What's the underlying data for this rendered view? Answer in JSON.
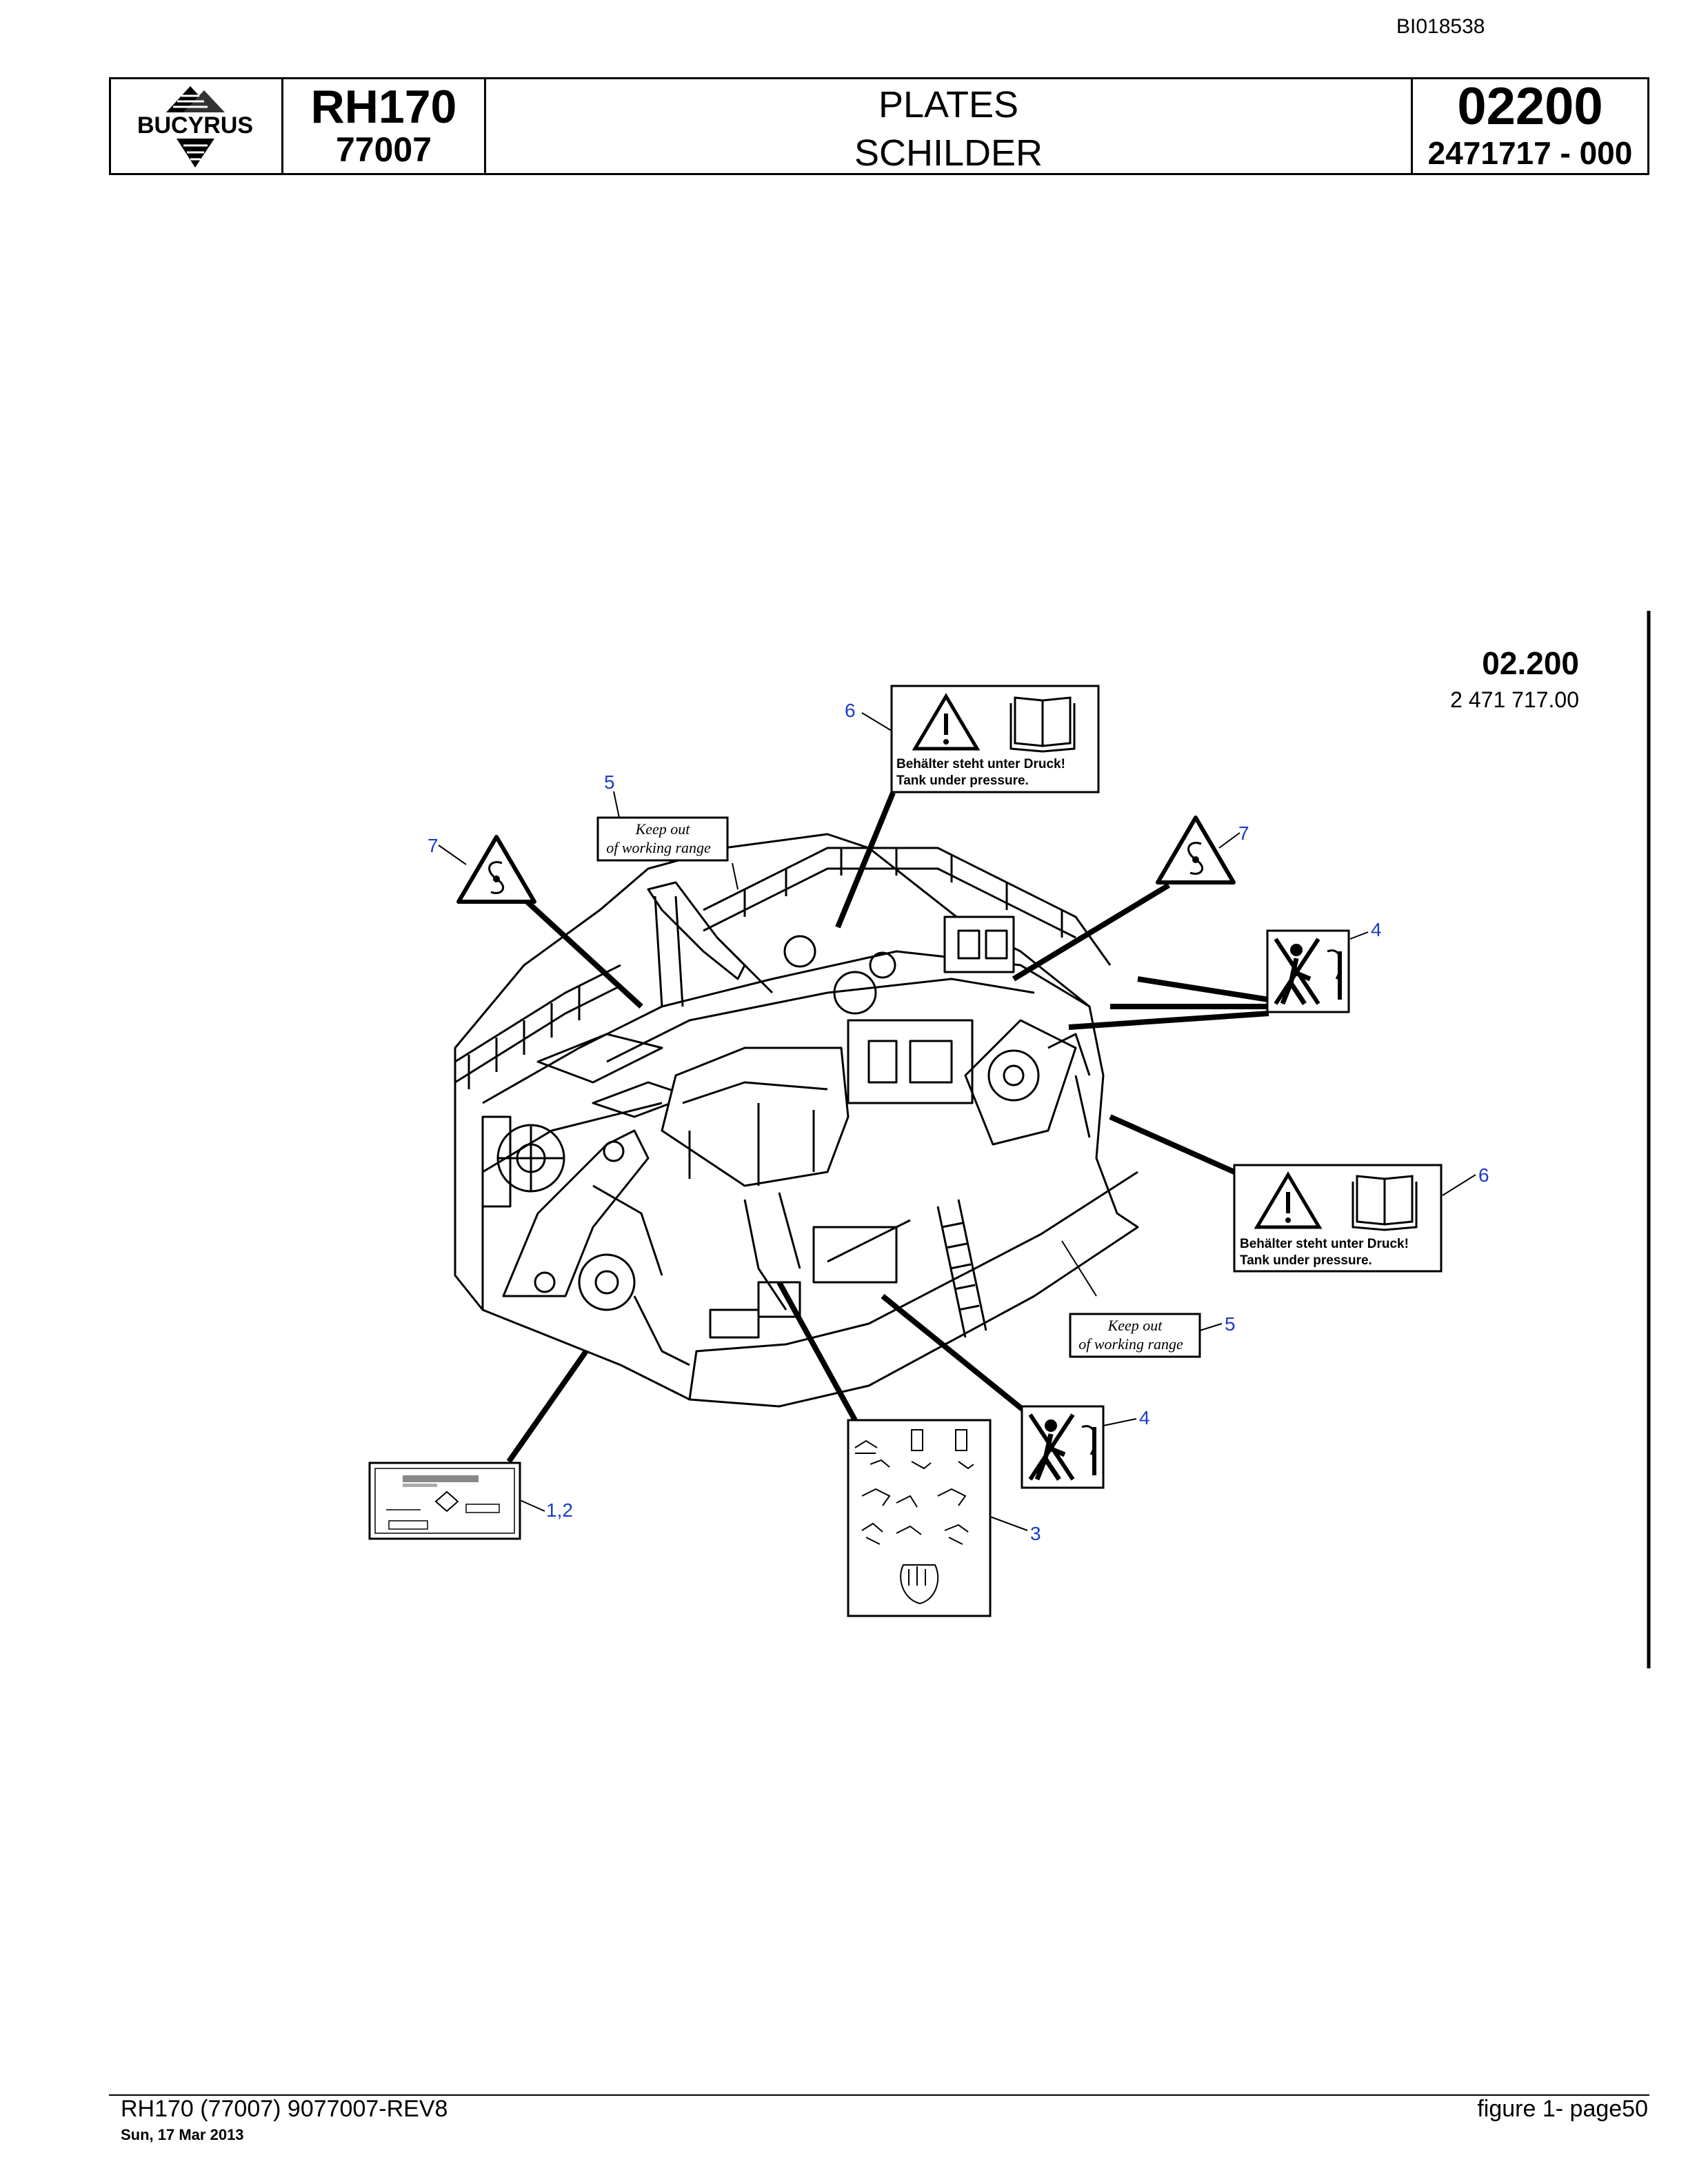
{
  "document": {
    "doc_id": "BI018538"
  },
  "header": {
    "logo_text": "BUCYRUS",
    "model": "RH170",
    "serial": "77007",
    "title_en": "PLATES",
    "title_de": "SCHILDER",
    "group_number": "02200",
    "part_number": "2471717  - 000"
  },
  "figure": {
    "ref_number": "02.200",
    "ref_part": "2 471 717.00",
    "plates": {
      "pressure_de": "Behälter steht unter Druck!",
      "pressure_en": "Tank under pressure.",
      "keep_out_1": "Keep out",
      "keep_out_2": "of working range"
    },
    "callouts": {
      "c1_2": "1,2",
      "c3": "3",
      "c4": "4",
      "c5": "5",
      "c6": "6",
      "c7": "7"
    }
  },
  "footer": {
    "left": "RH170 (77007) 9077007-REV8",
    "date": "Sun, 17 Mar 2013",
    "right": "figure  1- page50"
  },
  "icons": [
    "warning-triangle-icon",
    "manual-book-icon",
    "fan-hazard-icon",
    "no-person-hazard-icon",
    "hydraulic-excavator-icon"
  ]
}
